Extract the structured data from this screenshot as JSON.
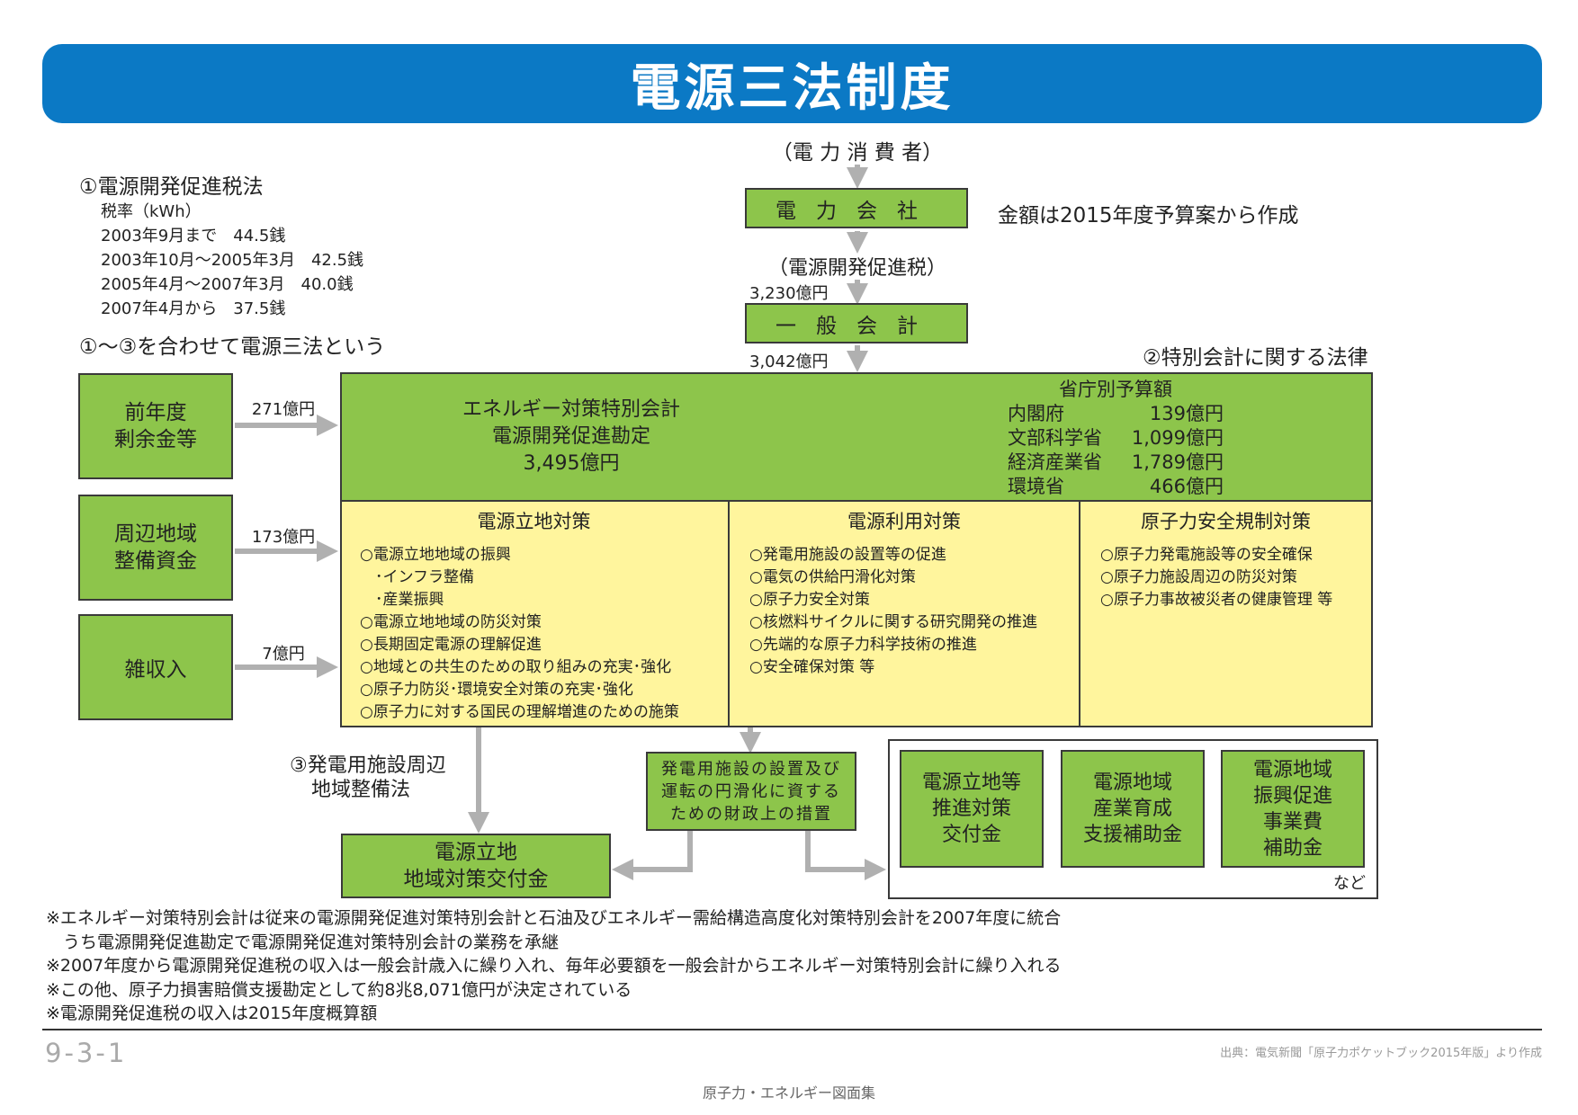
{
  "title": "電源三法制度",
  "consumer": "（電 力 消 費 者）",
  "power_company": "電力会社",
  "amount_note": "金額は2015年度予算案から作成",
  "tax_label": "（電源開発促進税）",
  "tax_amount": "3,230億円",
  "general_account": "一般会計",
  "general_amount": "3,042億円",
  "law2": "②特別会計に関する法律",
  "law1": {
    "title": "①電源開発促進税法",
    "lines": [
      "税率（kWh）",
      "2003年9月まで　44.5銭",
      "2003年10月～2005年3月　42.5銭",
      "2005年4月～2007年3月　40.0銭",
      "2007年4月から　37.5銭"
    ]
  },
  "three_laws": "①～③を合わせて電源三法という",
  "sources": [
    {
      "lines": [
        "前年度",
        "剰余金等"
      ],
      "amount": "271億円"
    },
    {
      "lines": [
        "周辺地域",
        "整備資金"
      ],
      "amount": "173億円"
    },
    {
      "lines": [
        "雑収入"
      ],
      "amount": "7億円"
    }
  ],
  "special_account": {
    "lines": [
      "エネルギー対策特別会計",
      "電源開発促進勘定",
      "3,495億円"
    ]
  },
  "ministry": {
    "title": "省庁別予算額",
    "rows": [
      [
        "内閣府",
        "139億円"
      ],
      [
        "文部科学省",
        "1,099億円"
      ],
      [
        "経済産業省",
        "1,789億円"
      ],
      [
        "環境省",
        "466億円"
      ]
    ]
  },
  "measures": [
    {
      "title": "電源立地対策",
      "items": [
        "○電源立地地域の振興",
        "　･インフラ整備",
        "　･産業振興",
        "○電源立地地域の防災対策",
        "○長期固定電源の理解促進",
        "○地域との共生のための取り組みの充実･強化",
        "○原子力防災･環境安全対策の充実･強化",
        "○原子力に対する国民の理解増進のための施策"
      ]
    },
    {
      "title": "電源利用対策",
      "items": [
        "○発電用施設の設置等の促進",
        "○電気の供給円滑化対策",
        "○原子力安全対策",
        "○核燃料サイクルに関する研究開発の推進",
        "○先端的な原子力科学技術の推進",
        "○安全確保対策 等"
      ]
    },
    {
      "title": "原子力安全規制対策",
      "items": [
        "○原子力発電施設等の安全確保",
        "○原子力施設周辺の防災対策",
        "○原子力事故被災者の健康管理 等"
      ]
    }
  ],
  "law3": [
    "③発電用施設周辺",
    "地域整備法"
  ],
  "grant": [
    "電源立地",
    "地域対策交付金"
  ],
  "fiscal": [
    "発電用施設の設置及び",
    "運転の円滑化に資する",
    "ための財政上の措置"
  ],
  "subsidies": [
    [
      "電源立地等",
      "推進対策",
      "交付金"
    ],
    [
      "電源地域",
      "産業育成",
      "支援補助金"
    ],
    [
      "電源地域",
      "振興促進",
      "事業費",
      "補助金"
    ]
  ],
  "etc": "など",
  "notes": [
    "※エネルギー対策特別会計は従来の電源開発促進対策特別会計と石油及びエネルギー需給構造高度化対策特別会計を2007年度に統合",
    "　うち電源開発促進勘定で電源開発促進対策特別会計の業務を承継",
    "※2007年度から電源開発促進税の収入は一般会計歳入に繰り入れ、毎年必要額を一般会計からエネルギー対策特別会計に繰り入れる",
    "※この他、原子力損害賠償支援勘定として約8兆8,071億円が決定されている",
    "※電源開発促進税の収入は2015年度概算額"
  ],
  "page_number": "9-3-1",
  "source": "出典：電気新聞「原子力ポケットブック2015年版」より作成",
  "footer": "原子力・エネルギー図面集",
  "colors": {
    "header": "#0b79c5",
    "green": "#8dc54b",
    "yellow": "#fff59d",
    "arrow": "#b0b0b0"
  }
}
